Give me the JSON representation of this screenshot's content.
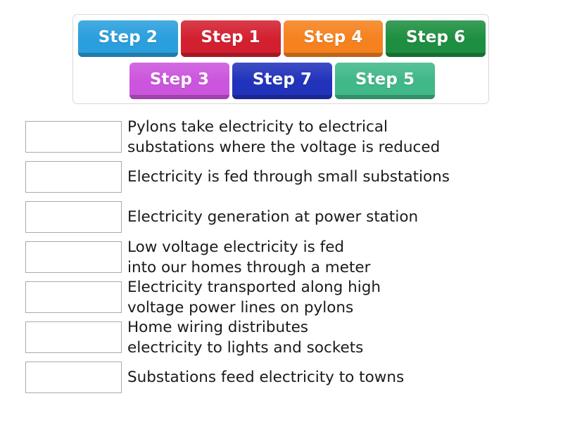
{
  "tiles": {
    "rows": [
      [
        {
          "label": "Step 2",
          "color": "#2a9fdd"
        },
        {
          "label": "Step 1",
          "color": "#d32030"
        },
        {
          "label": "Step 4",
          "color": "#f5821f"
        },
        {
          "label": "Step 6",
          "color": "#1e8f41"
        }
      ],
      [
        {
          "label": "Step 3",
          "color": "#cc55dd"
        },
        {
          "label": "Step 7",
          "color": "#2233bb"
        },
        {
          "label": "Step 5",
          "color": "#40b888"
        }
      ]
    ]
  },
  "answers": [
    {
      "text": "Pylons take electricity to electrical\nsubstations where the voltage is reduced"
    },
    {
      "text": "Electricity is fed through small substations"
    },
    {
      "text": "Electricity generation at power station"
    },
    {
      "text": "Low voltage electricity is fed\ninto our homes through a meter"
    },
    {
      "text": "Electricity transported along high\nvoltage power lines on pylons"
    },
    {
      "text": "Home wiring distributes\nelectricity to lights and sockets"
    },
    {
      "text": "Substations feed electricity to towns"
    }
  ]
}
